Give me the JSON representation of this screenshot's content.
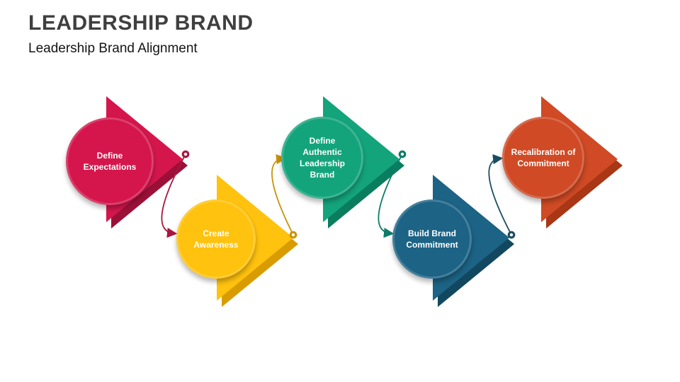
{
  "header": {
    "title": "LEADERSHIP BRAND",
    "subtitle": "Leadership Brand Alignment"
  },
  "steps": [
    {
      "label": "Define Expectations",
      "color": "#D4164C",
      "dark": "#9C1038"
    },
    {
      "label": "Create Awareness",
      "color": "#FFC20E",
      "dark": "#D99C00"
    },
    {
      "label": "Define Authentic Leadership Brand",
      "color": "#14A47C",
      "dark": "#0A7D5F"
    },
    {
      "label": "Build Brand Commitment",
      "color": "#1C6385",
      "dark": "#12485F"
    },
    {
      "label": "Recalibration of Commitment",
      "color": "#CF4A25",
      "dark": "#A93614"
    }
  ],
  "connectors": [
    {
      "color": "#A9173E"
    },
    {
      "color": "#C9940B"
    },
    {
      "color": "#0E7C68"
    },
    {
      "color": "#1B4D60"
    }
  ]
}
